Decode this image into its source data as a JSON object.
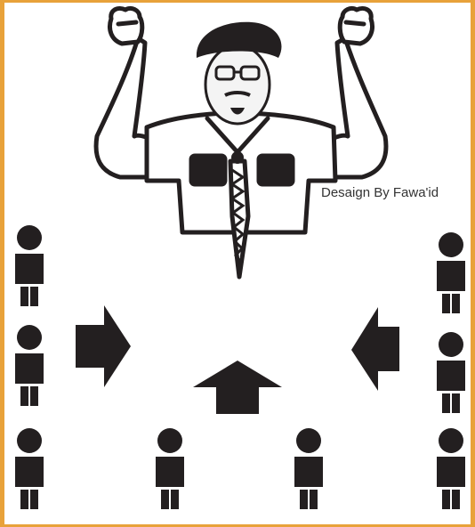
{
  "credit_text": "Desaign By Fawa'id",
  "colors": {
    "frame": "#e8a23a",
    "background": "#ffffff",
    "ink": "#231f20",
    "skin": "#ffffff"
  },
  "icons": {
    "leader": "scout-leader-figure",
    "person": "person-pictogram",
    "arrow": "direction-arrow"
  },
  "formation": {
    "left_column_count": 3,
    "right_column_count": 3,
    "bottom_row_count": 4,
    "arrows": [
      "right",
      "up",
      "left"
    ]
  }
}
